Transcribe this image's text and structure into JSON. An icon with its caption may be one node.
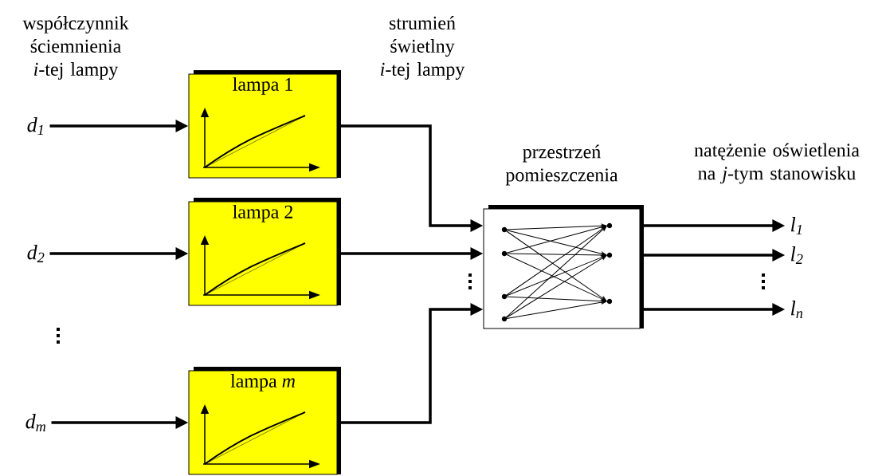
{
  "diagram": {
    "nodes": [
      {
        "text": [
          "d$_{1}$"
        ]
      },
      {
        "text": [
          "d$_{2}$"
        ]
      },
      {
        "text": [
          "d$_{m}$"
        ]
      },
      {
        "text": [
          "lampa 1"
        ]
      },
      {
        "text": [
          "lampa 2"
        ]
      },
      {
        "text": [
          "lampa *m*"
        ]
      },
      {
        "text": [
          "przestrzeń pomieszczenia"
        ]
      },
      {
        "text": [
          "l$_{1}$"
        ]
      },
      {
        "text": [
          "l$_{2}$"
        ]
      },
      {
        "text": [
          "l$_{n}$"
        ]
      }
    ],
    "edges": [
      {
        "from": 0,
        "to": 3,
        "arrow": "to"
      },
      {
        "from": 1,
        "to": 4,
        "arrow": "to"
      },
      {
        "from": 2,
        "to": 5,
        "arrow": "to"
      },
      {
        "from": 3,
        "to": 6,
        "arrow": "to"
      },
      {
        "from": 4,
        "to": 6,
        "arrow": "to"
      },
      {
        "from": 5,
        "to": 6,
        "arrow": "to"
      },
      {
        "from": 6,
        "to": 7,
        "arrow": "to"
      },
      {
        "from": 6,
        "to": 8,
        "arrow": "to"
      },
      {
        "from": 6,
        "to": 9,
        "arrow": "to"
      }
    ],
    "labels": [
      "współczynnik ściemnienia *i*-tej lampy",
      "strumień świetlny *i*-tej lampy",
      "natężenie oświetlenia na *j*-tym stanowisku"
    ]
  }
}
